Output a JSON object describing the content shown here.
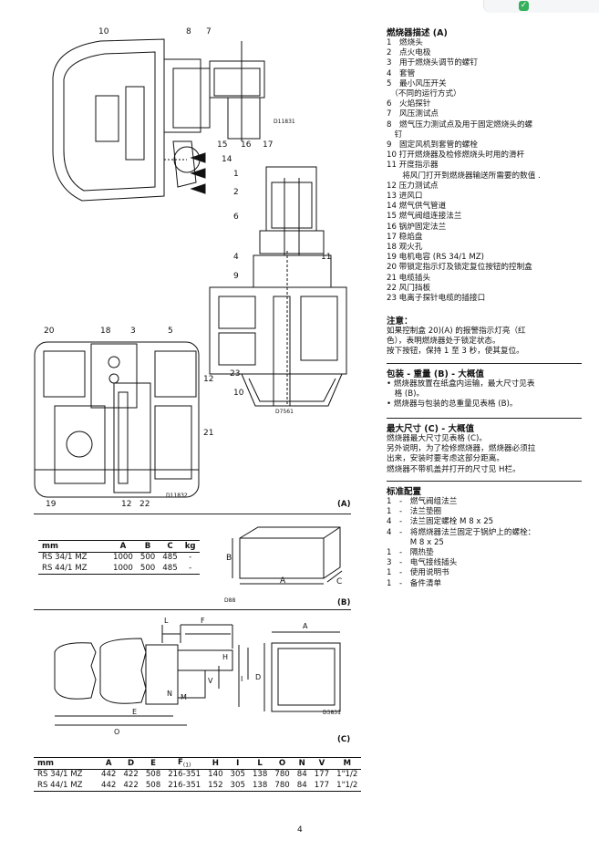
{
  "corner": {
    "check_icon": "check-icon",
    "color": "#35b05c"
  },
  "page_number": "4",
  "figA": {
    "callouts": [
      "10",
      "8",
      "7",
      "D11831",
      "15",
      "16",
      "17",
      "14",
      "1",
      "2",
      "6",
      "4",
      "11",
      "9",
      "23",
      "10",
      "D7561",
      "20",
      "18",
      "3",
      "5",
      "12",
      "21",
      "19",
      "12",
      "22",
      "D11832"
    ],
    "letter": "(A)"
  },
  "figB": {
    "headers": [
      "mm",
      "A",
      "B",
      "C",
      "kg"
    ],
    "rows": [
      [
        "RS 34/1 MZ",
        "1000",
        "500",
        "485",
        "-"
      ],
      [
        "RS 44/1 MZ",
        "1000",
        "500",
        "485",
        "-"
      ]
    ],
    "labels": {
      "B": "B",
      "A": "A",
      "C": "C",
      "code": "D88"
    },
    "letter": "(B)"
  },
  "figC": {
    "labels": [
      "L",
      "F",
      "A",
      "H",
      "V",
      "I",
      "D",
      "N",
      "M",
      "E",
      "O",
      "D3831"
    ],
    "letter": "(C)"
  },
  "table_c": {
    "headers": [
      "mm",
      "A",
      "D",
      "E",
      "F",
      "(1)",
      "H",
      "I",
      "L",
      "O",
      "N",
      "V",
      "M"
    ],
    "rows": [
      [
        "RS 34/1 MZ",
        "442",
        "422",
        "508",
        "216-351",
        "140",
        "305",
        "138",
        "780",
        "84",
        "177",
        "1\"1/2"
      ],
      [
        "RS 44/1 MZ",
        "442",
        "422",
        "508",
        "216-351",
        "152",
        "305",
        "138",
        "780",
        "84",
        "177",
        "1\"1/2"
      ]
    ]
  },
  "description": {
    "title": "燃烧器描述 (A)",
    "items": [
      "1　燃烧头",
      "2　点火电极",
      "3　用于燃烧头调节的螺钉",
      "4　套管",
      "5　最小风压开关",
      "　（不同的运行方式）",
      "6　火焰探针",
      "7　风压测试点",
      "8　燃气压力测试点及用于固定燃烧头的螺",
      "　钉",
      "9　固定风机到套管的螺栓",
      "10 打开燃烧器及检修燃烧头时用的滑杆",
      "11 开度指示器",
      "　　将风门打开到燃烧器输送所需要的数值 .",
      "12 压力测试点",
      "13 进风口",
      "14 燃气供气管道",
      "15 燃气阀组连接法兰",
      "16 锅炉固定法兰",
      "17 稳焰盘",
      "18 观火孔",
      "19 电机电容 (RS 34/1 MZ)",
      "20 带锁定指示灯及锁定复位按钮的控制盒",
      "21 电缆插头",
      "22 风门挡板",
      "23 电离子探针电缆的插接口"
    ]
  },
  "note": {
    "title": "注意：",
    "lines": [
      "如果控制盒 20)(A) 的报警指示灯亮（红",
      "色），表明燃烧器处于锁定状态。",
      "按下按钮，保持 1 至 3 秒，使其复位。"
    ]
  },
  "packaging": {
    "title": "包装 - 重量 (B) - 大概值",
    "lines": [
      "•  燃烧器放置在纸盒内运输，最大尺寸见表",
      "　格 (B)。",
      "•  燃烧器与包装的总重量见表格 (B)。"
    ]
  },
  "dimensions": {
    "title": "最大尺寸 (C) - 大概值",
    "lines": [
      "燃烧器最大尺寸见表格 (C)。",
      "另外说明，为了检修燃烧器，燃烧器必须拉",
      "出来，安装时要考虑这部分距离。",
      "燃烧器不带机盖并打开的尺寸见 H栏。"
    ]
  },
  "standard": {
    "title": "标准配置",
    "lines": [
      "1　-　燃气阀组法兰",
      "1　-　法兰垫圈",
      "4　-　法兰固定螺栓 M 8 x 25",
      "4　-　将燃烧器法兰固定于锅炉上的螺栓：",
      "　　　M 8 x 25",
      "1　-　隔热垫",
      "3　-　电气接线插头",
      "1　-　使用说明书",
      "1　-　备件清单"
    ]
  }
}
